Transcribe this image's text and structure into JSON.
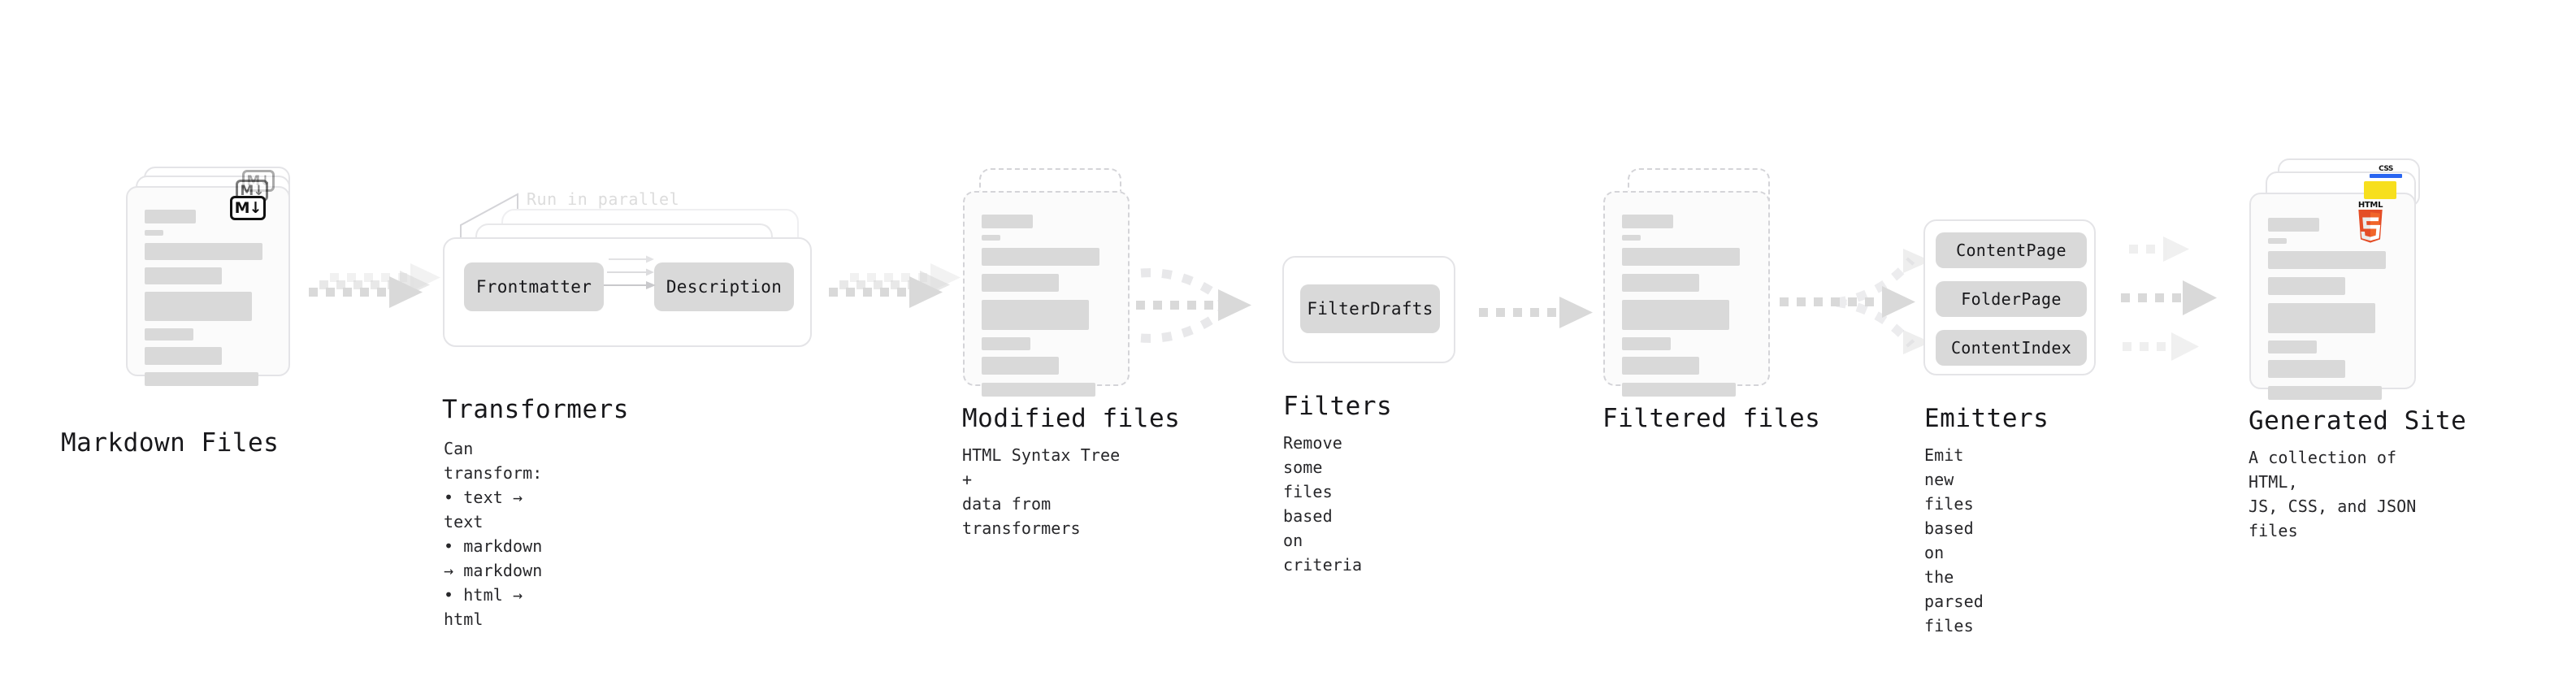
{
  "diagram": {
    "type": "pipeline-flow",
    "orientation": "left-to-right",
    "stages": [
      {
        "id": "markdown-files",
        "title": "Markdown Files",
        "subtitle": "",
        "visual": "document-stack",
        "stack_count": 3,
        "border": "solid",
        "badge": "markdown-badge",
        "badge_label": "M↓"
      },
      {
        "id": "transformers",
        "title": "Transformers",
        "subtitle": "Can transform:\n • text → text\n • markdown → markdown\n • html → html",
        "visual": "stacked-process-boxes",
        "stack_count": 3,
        "annotation": "Run in parallel",
        "chips": [
          "Frontmatter",
          "Description"
        ]
      },
      {
        "id": "modified-files",
        "title": "Modified files",
        "subtitle": "HTML Syntax Tree +\ndata from transformers",
        "visual": "document-stack",
        "stack_count": 2,
        "border": "dashed"
      },
      {
        "id": "filters",
        "title": "Filters",
        "subtitle": "Remove some files based\non criteria",
        "visual": "process-box",
        "chips": [
          "FilterDrafts"
        ]
      },
      {
        "id": "filtered-files",
        "title": "Filtered files",
        "subtitle": "",
        "visual": "document-stack",
        "stack_count": 2,
        "border": "dashed"
      },
      {
        "id": "emitters",
        "title": "Emitters",
        "subtitle": "Emit new files based on\nthe parsed files",
        "visual": "process-box",
        "chips": [
          "ContentPage",
          "FolderPage",
          "ContentIndex"
        ]
      },
      {
        "id": "generated-site",
        "title": "Generated Site",
        "subtitle": "A collection of HTML,\nJS, CSS, and JSON files",
        "visual": "document-stack",
        "stack_count": 3,
        "border": "solid",
        "badges": [
          "css-badge",
          "js-badge",
          "html5-badge"
        ],
        "badge_labels": [
          "CSS",
          "JS",
          "HTML5"
        ]
      }
    ],
    "connectors": [
      {
        "from": "markdown-files",
        "to": "transformers",
        "style": "dashed-arrow",
        "multiplicity": 3
      },
      {
        "from": "transformers",
        "to": "modified-files",
        "style": "dashed-arrow",
        "multiplicity": 3
      },
      {
        "from": "modified-files",
        "to": "filters",
        "style": "dashed-arrow-converging",
        "multiplicity": 3
      },
      {
        "from": "filters",
        "to": "filtered-files",
        "style": "dashed-arrow",
        "multiplicity": 1
      },
      {
        "from": "filtered-files",
        "to": "emitters",
        "style": "dashed-arrow-diverging",
        "multiplicity": 3
      },
      {
        "from": "emitters",
        "to": "generated-site",
        "style": "dashed-arrow",
        "multiplicity": 3
      }
    ],
    "colors": {
      "background": "#ffffff",
      "card_fill": "#fbfbfb",
      "card_border": "#e4e4e7",
      "skeleton": "#d9d9d9",
      "chip": "#d9d9d9",
      "arrow": "#d9d9d9",
      "text": "#18181b",
      "muted_text": "#dcdcdc",
      "css_blue": "#2965f1",
      "js_yellow": "#f7df1e",
      "html5_orange": "#e44d26"
    }
  }
}
